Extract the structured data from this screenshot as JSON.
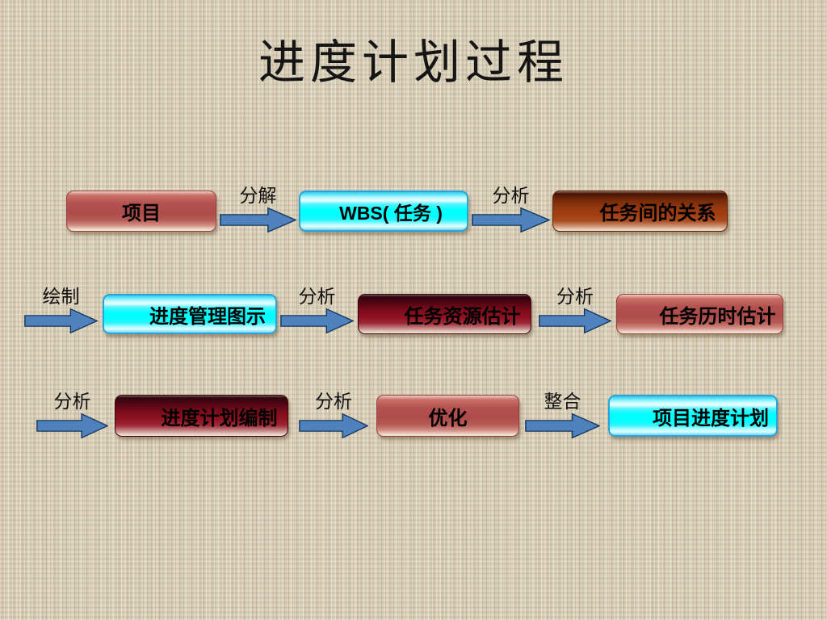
{
  "title": "进度计划过程",
  "nodes": {
    "project": {
      "label": "项目"
    },
    "wbs": {
      "label": "WBS( 任务 )"
    },
    "task_relations": {
      "label": "任务间的关系"
    },
    "schedule_diagram": {
      "label": "进度管理图示"
    },
    "task_resource_est": {
      "label": "任务资源估计"
    },
    "task_duration_est": {
      "label": "任务历时估计"
    },
    "plan_compilation": {
      "label": "进度计划编制"
    },
    "optimization": {
      "label": "优化"
    },
    "project_schedule": {
      "label": "项目进度计划"
    }
  },
  "arrows": {
    "decompose": {
      "label": "分解"
    },
    "analyze_1": {
      "label": "分析"
    },
    "draw": {
      "label": "绘制"
    },
    "analyze_2": {
      "label": "分析"
    },
    "analyze_3": {
      "label": "分析"
    },
    "analyze_4": {
      "label": "分析"
    },
    "analyze_5": {
      "label": "分析"
    },
    "integrate": {
      "label": "整合"
    }
  },
  "colors": {
    "background": "#d8ceb6",
    "title_text": "#151515",
    "arrow_fill": "#4f81bd",
    "arrow_stroke": "#17375e",
    "node_red": "#b35250",
    "node_dark_red": "#8f1222",
    "node_rust": "#a23f12",
    "node_cyan": "#00ffff",
    "node_text": "#000000"
  }
}
